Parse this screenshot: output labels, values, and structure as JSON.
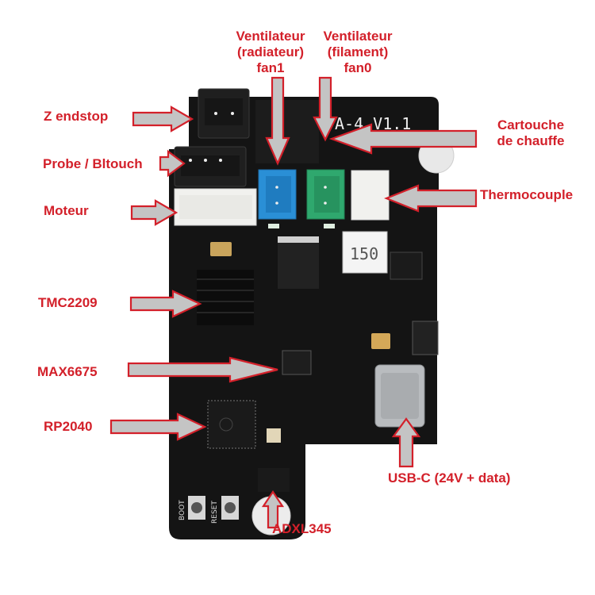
{
  "title": "A-4 V1.1 toolhead board annotated diagram",
  "colors": {
    "label": "#d3202a",
    "arrow_fill": "#c4c4c4",
    "arrow_stroke": "#d3202a",
    "pcb": "#141414",
    "pcb_silk": "#e8e8e8",
    "connector_blue": "#2a8fd6",
    "connector_green": "#2fa86e",
    "connector_white": "#f1f1ee",
    "connector_black": "#1f1f1f",
    "heatsink": "#0c0c0c",
    "usb_metal": "#b9bcbf"
  },
  "board": {
    "silkscreen_title": "A-4 V1.1",
    "inductor_marking": "150",
    "buttons": [
      {
        "label": "BOOT"
      },
      {
        "label": "RESET"
      }
    ]
  },
  "labels": {
    "fan1": {
      "lines": [
        "Ventilateur",
        "(radiateur)",
        "fan1"
      ]
    },
    "fan0": {
      "lines": [
        "Ventilateur",
        "(filament)",
        "fan0"
      ]
    },
    "z_endstop": {
      "lines": [
        "Z endstop"
      ]
    },
    "probe": {
      "lines": [
        "Probe / Bltouch"
      ]
    },
    "motor": {
      "lines": [
        "Moteur"
      ]
    },
    "heater": {
      "lines": [
        "Cartouche",
        "de chauffe"
      ]
    },
    "thermocouple": {
      "lines": [
        "Thermocouple"
      ]
    },
    "tmc": {
      "lines": [
        "TMC2209"
      ]
    },
    "max": {
      "lines": [
        "MAX6675"
      ]
    },
    "rp": {
      "lines": [
        "RP2040"
      ]
    },
    "usb": {
      "lines": [
        "USB-C (24V + data)"
      ]
    },
    "adxl": {
      "lines": [
        "ADXL345"
      ]
    }
  }
}
